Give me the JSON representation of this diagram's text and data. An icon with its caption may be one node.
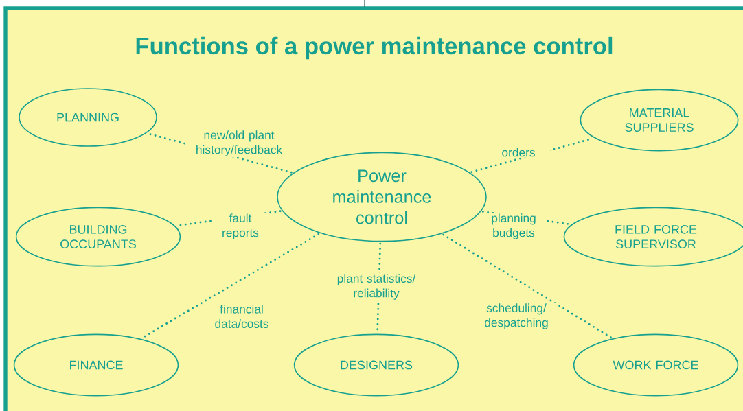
{
  "diagram": {
    "title": "Functions of a power maintenance control",
    "nodes": [
      {
        "text": [
          "PLANNING"
        ]
      },
      {
        "text": [
          "MATERIAL SUPPLIERS"
        ]
      },
      {
        "text": [
          "Power maintenance control"
        ]
      },
      {
        "text": [
          "BUILDING OCCUPANTS"
        ]
      },
      {
        "text": [
          "FIELD FORCE SUPERVISOR"
        ]
      },
      {
        "text": [
          "FINANCE"
        ]
      },
      {
        "text": [
          "DESIGNERS"
        ]
      },
      {
        "text": [
          "WORK FORCE"
        ]
      }
    ],
    "edges": [
      {
        "from": 2,
        "to": 0,
        "arrow": "none",
        "label": "new/old plant history/feedback"
      },
      {
        "from": 2,
        "to": 1,
        "arrow": "none",
        "label": "orders"
      },
      {
        "from": 2,
        "to": 3,
        "arrow": "none",
        "label": "fault reports"
      },
      {
        "from": 2,
        "to": 4,
        "arrow": "none",
        "label": "planning budgets"
      },
      {
        "from": 2,
        "to": 5,
        "arrow": "none",
        "label": "financial data/costs"
      },
      {
        "from": 2,
        "to": 6,
        "arrow": "none",
        "label": "plant statistics/ reliability"
      },
      {
        "from": 2,
        "to": 7,
        "arrow": "none",
        "label": "scheduling/ despatching"
      }
    ]
  }
}
